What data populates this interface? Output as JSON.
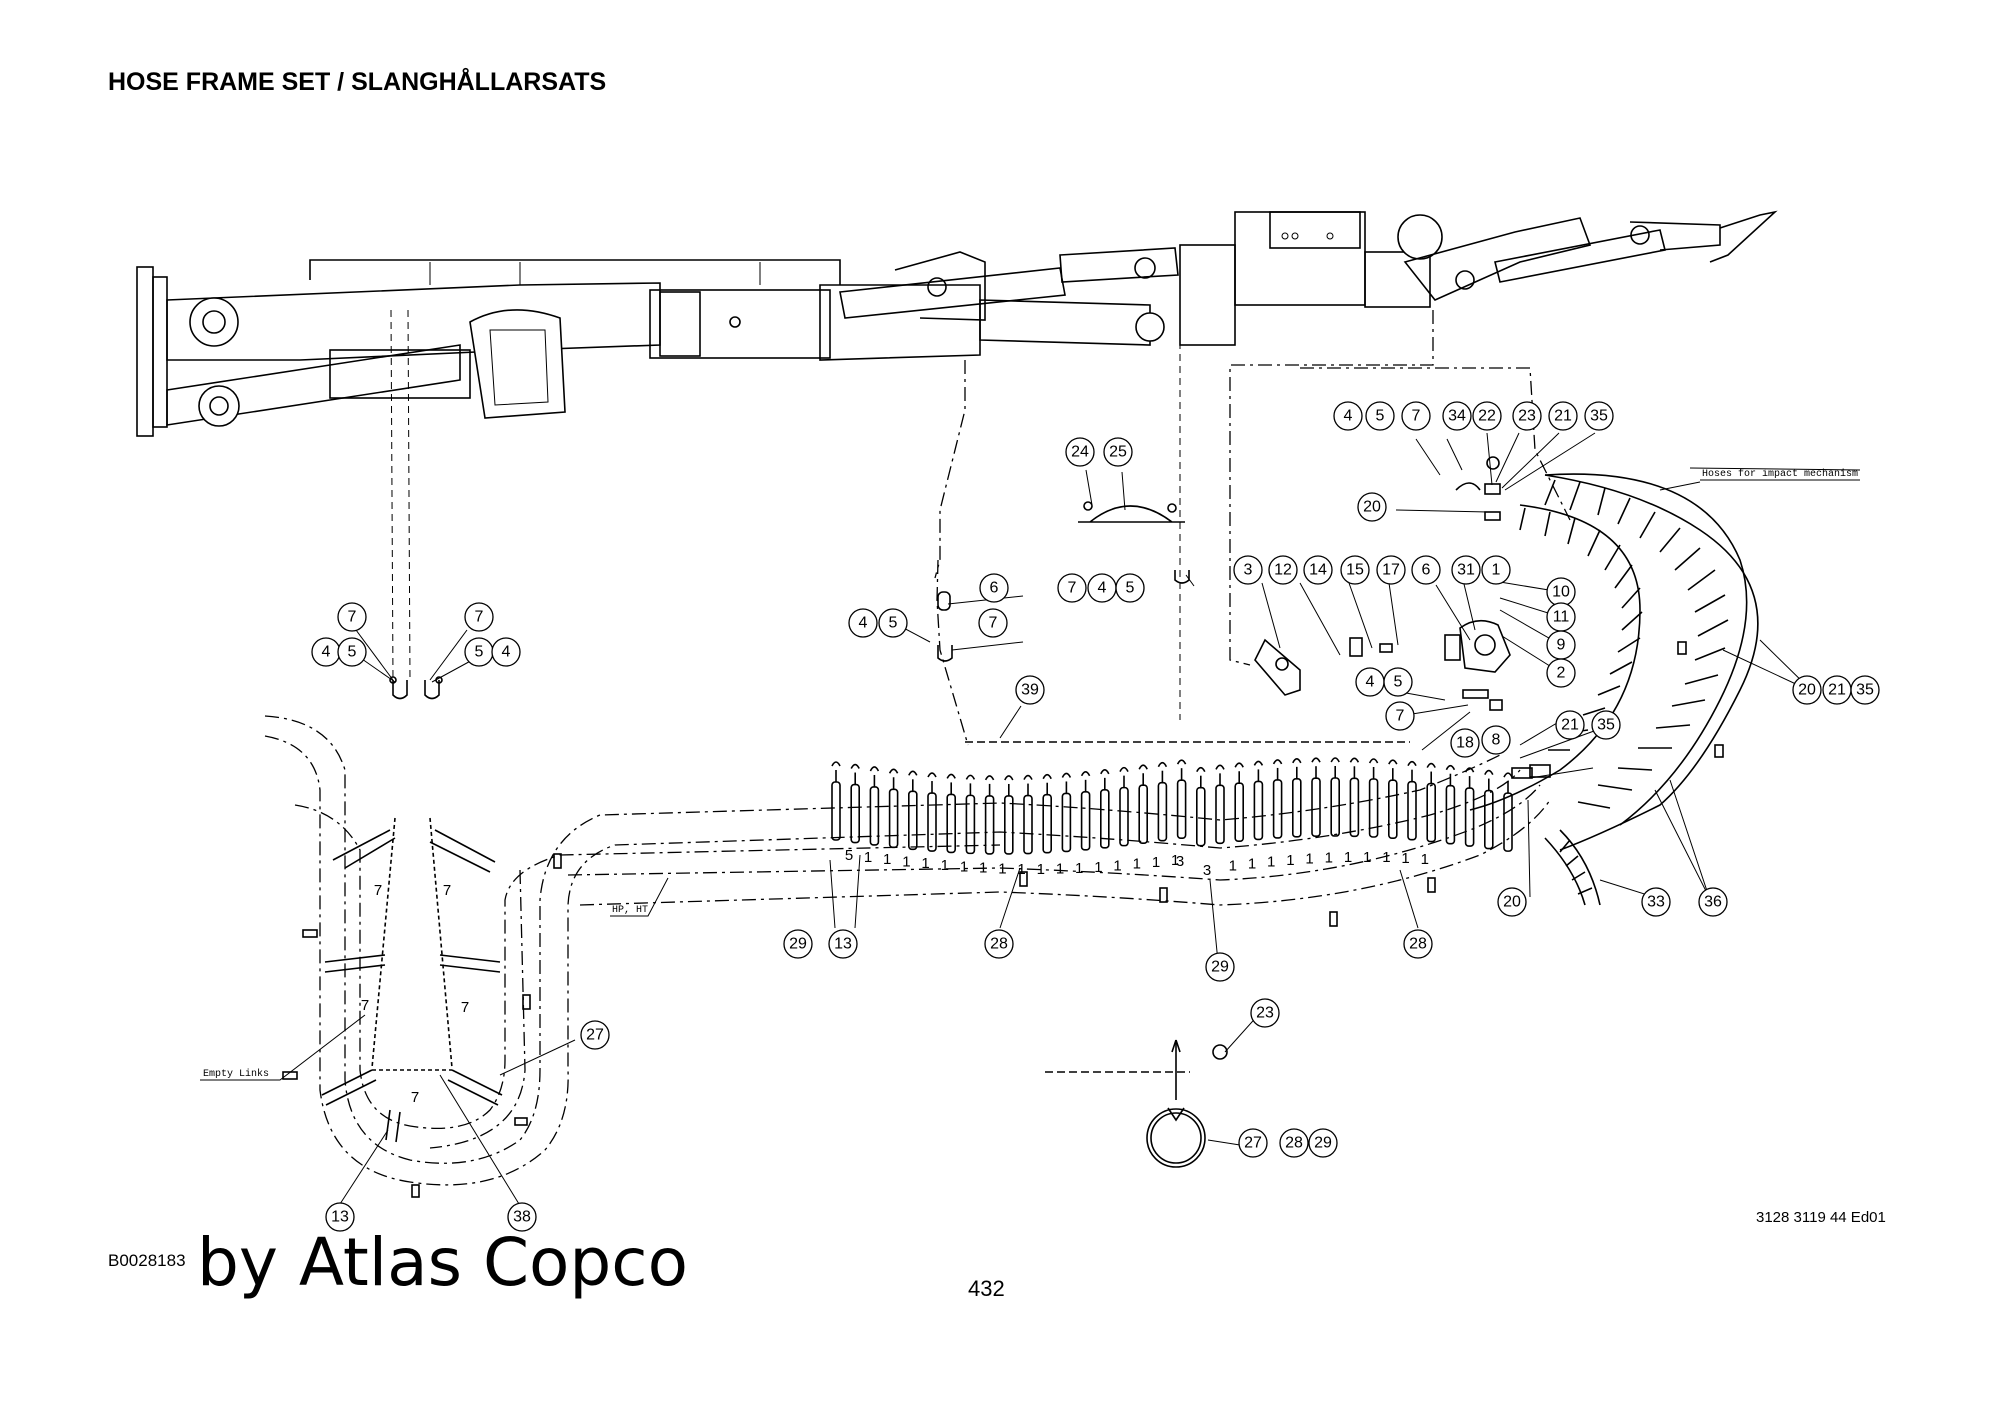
{
  "header": {
    "title": "HOSE FRAME SET / SLANGHÅLLARSATS"
  },
  "footer": {
    "doc_number": "3128 3119 44 Ed01",
    "ref_code": "B0028183",
    "watermark": "by Atlas Copco",
    "page_number": "432"
  },
  "annotations": {
    "hoses_impact": "Hoses for impact mechanism",
    "empty_links": "Empty Links",
    "hp_ht": "HP, HT"
  },
  "part_marks": {
    "five": "5",
    "one": "1",
    "three": "3",
    "seven": "7"
  },
  "callouts": [
    "4",
    "5",
    "7",
    "34",
    "22",
    "23",
    "21",
    "35",
    "24",
    "25",
    "20",
    "3",
    "12",
    "14",
    "15",
    "17",
    "6",
    "31",
    "1",
    "10",
    "11",
    "9",
    "2",
    "7",
    "4",
    "5",
    "6",
    "4",
    "5",
    "7",
    "7",
    "7",
    "4",
    "5",
    "5",
    "4",
    "20",
    "21",
    "35",
    "39",
    "4",
    "5",
    "7",
    "18",
    "8",
    "21",
    "35",
    "29",
    "13",
    "28",
    "29",
    "28",
    "20",
    "33",
    "36",
    "27",
    "23",
    "27",
    "28",
    "29",
    "13",
    "38"
  ]
}
